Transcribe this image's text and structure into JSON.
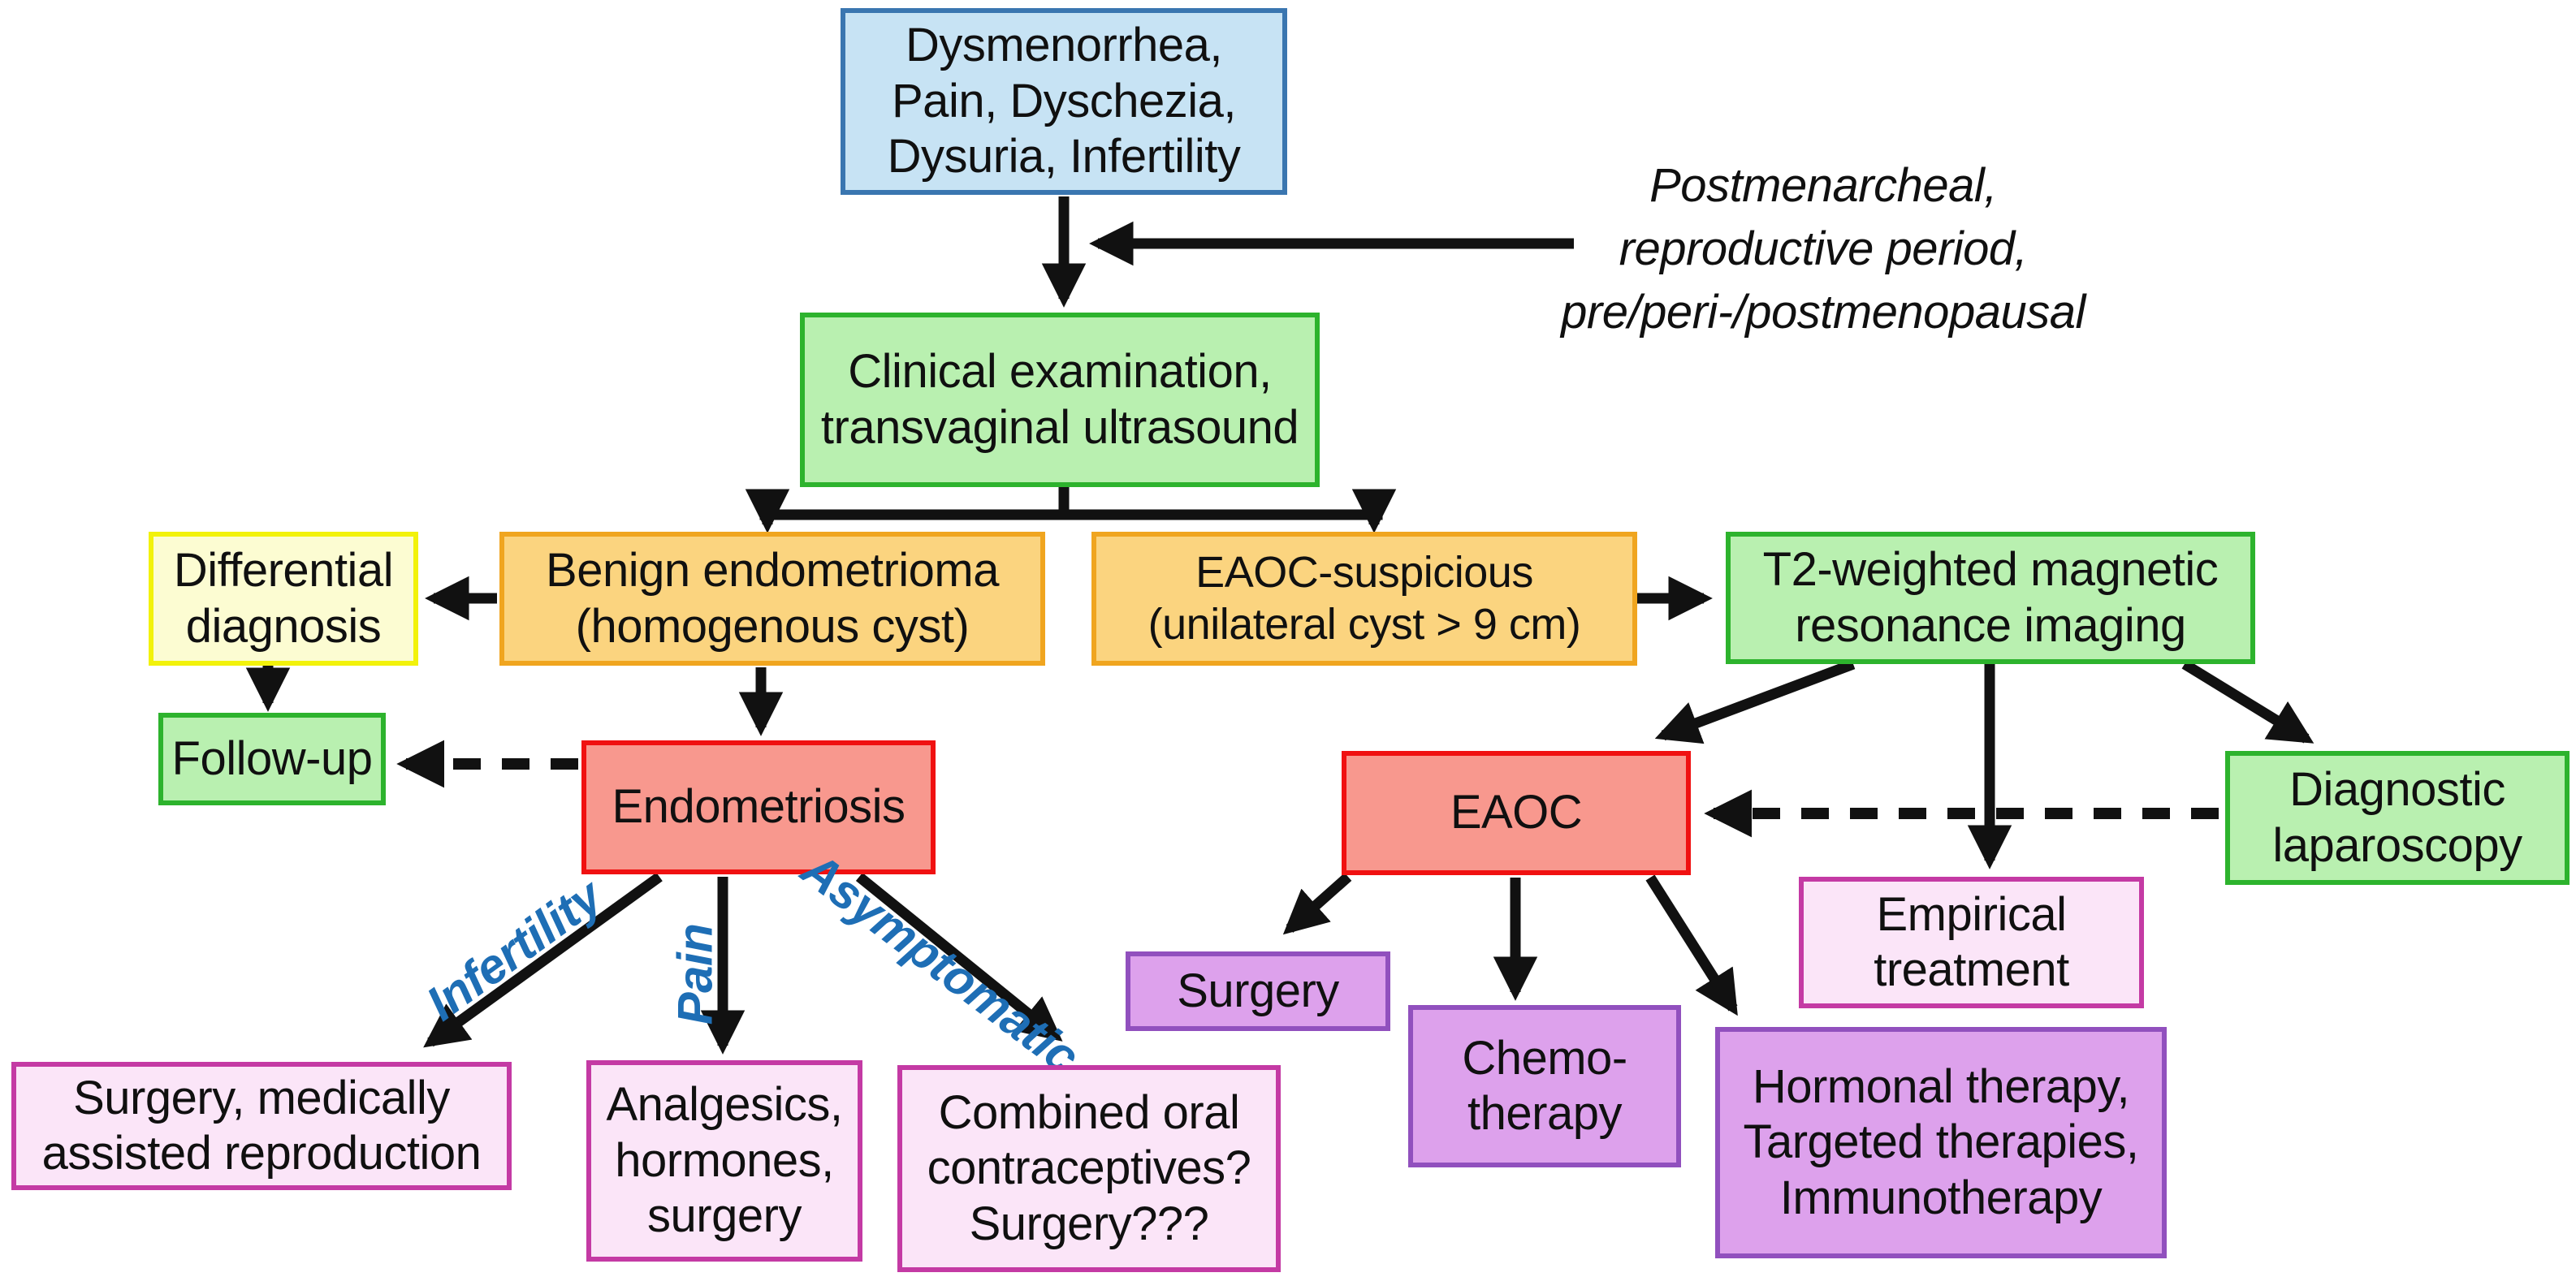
{
  "diagram": {
    "description": "Flowchart of diagnostic work-up and treatment of endometriosis and endometriosis-associated ovarian cancer (EAOC)",
    "annotation": {
      "lines": [
        "Postmenarcheal,",
        "reproductive period,",
        "pre/peri-/postmenopausal"
      ]
    },
    "edge_labels": {
      "infertility": "Infertility",
      "pain": "Pain",
      "asymptomatic": "Asymptomatic"
    },
    "nodes": {
      "symptoms": {
        "lines": [
          "Dysmenorrhea,",
          "Pain, Dyschezia,",
          "Dysuria, Infertility"
        ],
        "color": "blue"
      },
      "clinical_exam": {
        "lines": [
          "Clinical examination,",
          "transvaginal ultrasound"
        ],
        "color": "green"
      },
      "differential_diagnosis": {
        "lines": [
          "Differential",
          "diagnosis"
        ],
        "color": "yellow"
      },
      "benign_endometrioma": {
        "lines": [
          "Benign endometrioma",
          "(homogenous cyst)"
        ],
        "color": "orange"
      },
      "eaoc_suspicious": {
        "lines": [
          "EAOC-suspicious",
          "(unilateral cyst > 9 cm)"
        ],
        "color": "orange"
      },
      "t2_mri": {
        "lines": [
          "T2-weighted magnetic",
          "resonance imaging"
        ],
        "color": "green"
      },
      "follow_up": {
        "lines": [
          "Follow-up"
        ],
        "color": "green"
      },
      "endometriosis": {
        "lines": [
          "Endometriosis"
        ],
        "color": "red"
      },
      "eaoc": {
        "lines": [
          "EAOC"
        ],
        "color": "red"
      },
      "empirical_treatment": {
        "lines": [
          "Empirical",
          "treatment"
        ],
        "color": "pink"
      },
      "diagnostic_laparoscopy": {
        "lines": [
          "Diagnostic",
          "laparoscopy"
        ],
        "color": "green"
      },
      "surgery_mar": {
        "lines": [
          "Surgery, medically",
          "assisted reproduction"
        ],
        "color": "pink"
      },
      "analgesics": {
        "lines": [
          "Analgesics,",
          "hormones,",
          "surgery"
        ],
        "color": "pink"
      },
      "combined_oc": {
        "lines": [
          "Combined oral",
          "contraceptives?",
          "Surgery???"
        ],
        "color": "pink"
      },
      "surgery": {
        "lines": [
          "Surgery"
        ],
        "color": "purple"
      },
      "chemotherapy": {
        "lines": [
          "Chemo-",
          "therapy"
        ],
        "color": "purple"
      },
      "hormonal_therapy": {
        "lines": [
          "Hormonal therapy,",
          "Targeted therapies,",
          "Immunotherapy"
        ],
        "color": "purple"
      }
    },
    "palette": {
      "blue": {
        "fill": "#C7E3F4",
        "border": "#3A76B0"
      },
      "green": {
        "fill": "#B9F0B0",
        "border": "#2DB32D"
      },
      "yellow": {
        "fill": "#FCFCD2",
        "border": "#F2F20A"
      },
      "orange": {
        "fill": "#FBD47F",
        "border": "#F0A51F"
      },
      "red": {
        "fill": "#F8988E",
        "border": "#F01111"
      },
      "pink": {
        "fill": "#FBE5F8",
        "border": "#C43AA4"
      },
      "purple": {
        "fill": "#DDA1EC",
        "border": "#9150BE"
      },
      "arrow": "#111111",
      "edge_label": "#1E6EB5"
    }
  }
}
